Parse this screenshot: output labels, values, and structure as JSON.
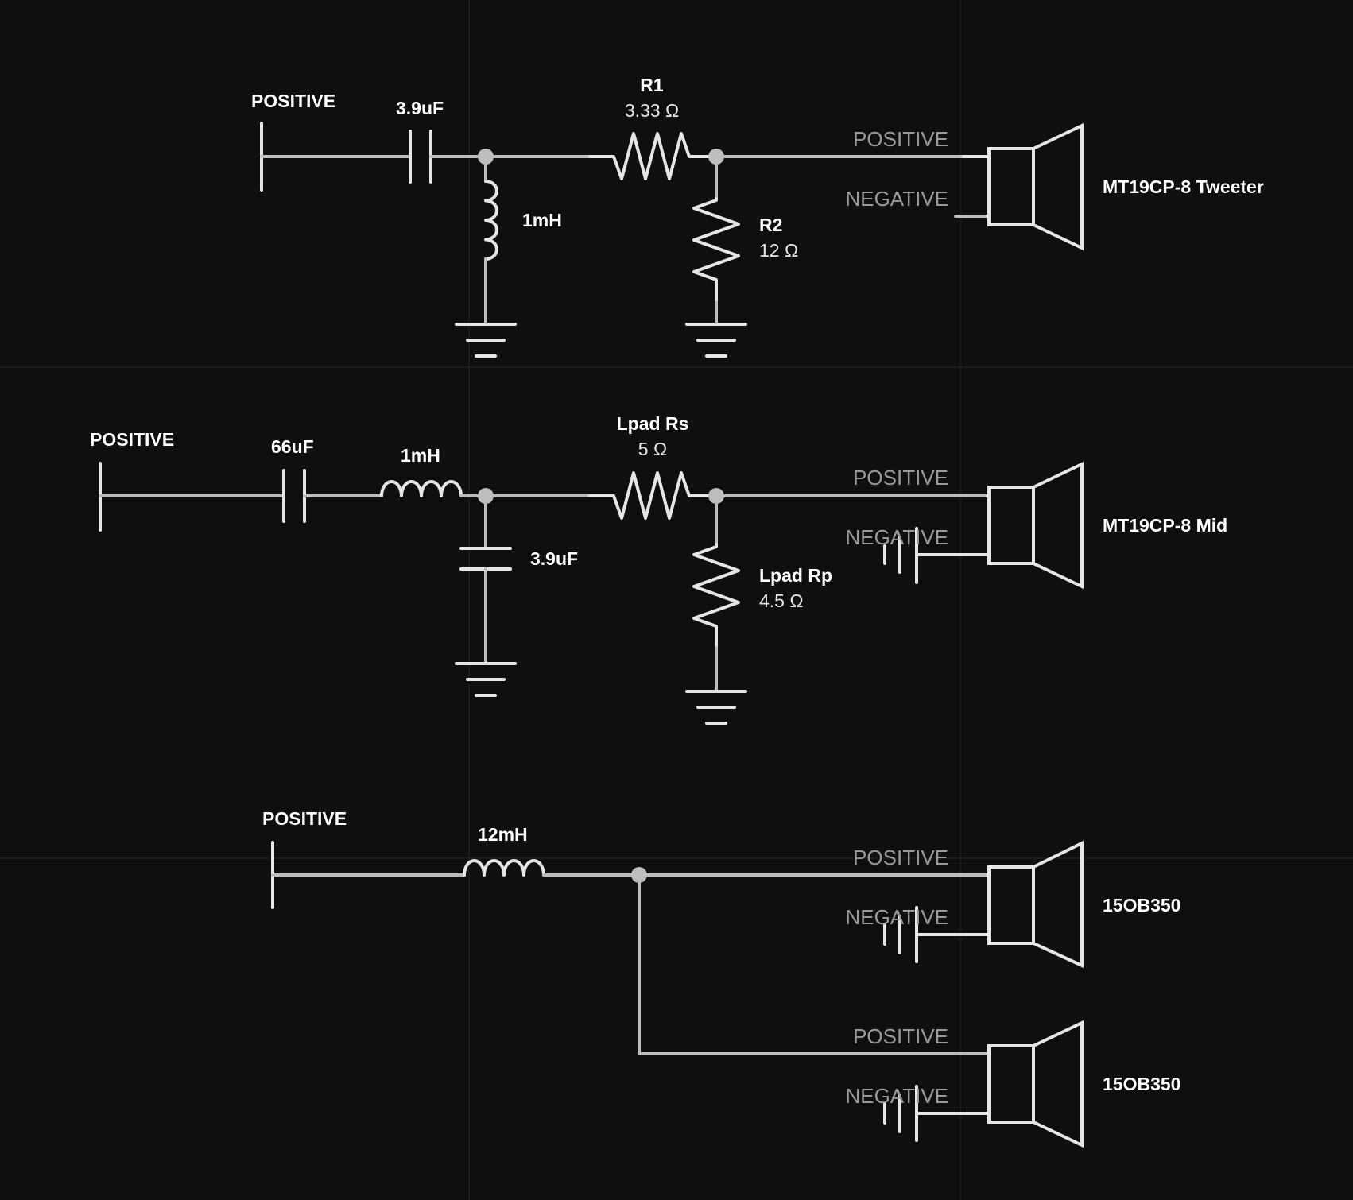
{
  "tweeter": {
    "input_label": "POSITIVE",
    "cap_value": "3.9uF",
    "inductor_value": "1mH",
    "r1_name": "R1",
    "r1_value": "3.33 Ω",
    "r2_name": "R2",
    "r2_value": "12 Ω",
    "speaker_pos": "POSITIVE",
    "speaker_neg": "NEGATIVE",
    "speaker_name": "MT19CP-8 Tweeter"
  },
  "mid": {
    "input_label": "POSITIVE",
    "series_cap_value": "66uF",
    "series_inductor_value": "1mH",
    "shunt_cap_value": "3.9uF",
    "rs_name": "Lpad Rs",
    "rs_value": "5 Ω",
    "rp_name": "Lpad Rp",
    "rp_value": "4.5 Ω",
    "speaker_pos": "POSITIVE",
    "speaker_neg": "NEGATIVE",
    "speaker_name": "MT19CP-8 Mid"
  },
  "woofer": {
    "input_label": "POSITIVE",
    "inductor_value": "12mH",
    "speaker1_pos": "POSITIVE",
    "speaker1_neg": "NEGATIVE",
    "speaker1_name": "15OB350",
    "speaker2_pos": "POSITIVE",
    "speaker2_neg": "NEGATIVE",
    "speaker2_name": "15OB350"
  },
  "colors": {
    "background": "#0f0f0f",
    "wire": "#bdbdbd",
    "component": "#e6e6e6",
    "label_bold": "#ffffff",
    "label_gray": "#9a9a9a"
  }
}
